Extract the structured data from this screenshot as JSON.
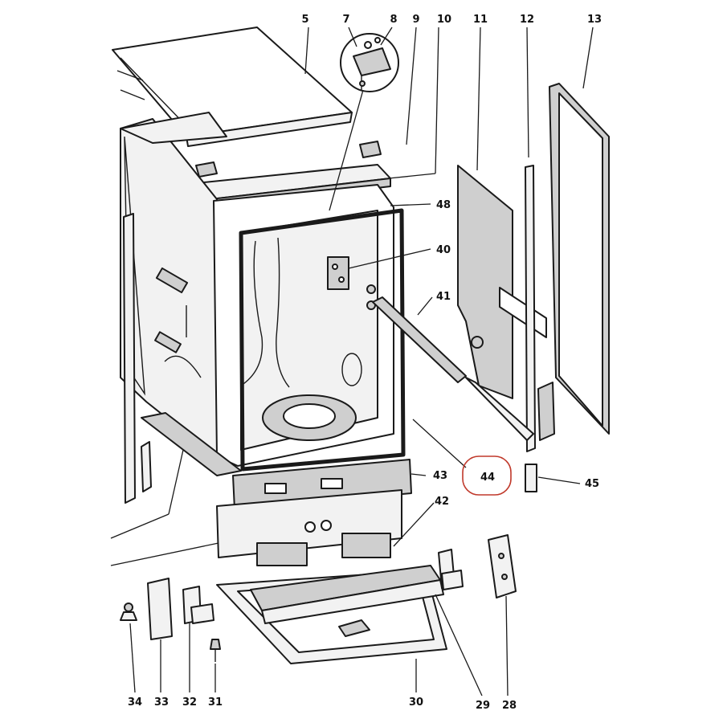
{
  "diagram": {
    "callouts": [
      {
        "id": "c5",
        "label": "5"
      },
      {
        "id": "c7",
        "label": "7"
      },
      {
        "id": "c8",
        "label": "8"
      },
      {
        "id": "c9",
        "label": "9"
      },
      {
        "id": "c10",
        "label": "10"
      },
      {
        "id": "c11",
        "label": "11"
      },
      {
        "id": "c12",
        "label": "12"
      },
      {
        "id": "c13",
        "label": "13"
      },
      {
        "id": "c48",
        "label": "48"
      },
      {
        "id": "c40",
        "label": "40"
      },
      {
        "id": "c41",
        "label": "41"
      },
      {
        "id": "c43",
        "label": "43"
      },
      {
        "id": "c44",
        "label": "44"
      },
      {
        "id": "c45",
        "label": "45"
      },
      {
        "id": "c42",
        "label": "42"
      },
      {
        "id": "c34",
        "label": "34"
      },
      {
        "id": "c33",
        "label": "33"
      },
      {
        "id": "c32",
        "label": "32"
      },
      {
        "id": "c31",
        "label": "31"
      },
      {
        "id": "c30",
        "label": "30"
      },
      {
        "id": "c29",
        "label": "29"
      },
      {
        "id": "c28",
        "label": "28"
      }
    ],
    "highlighted_callout": "44",
    "highlight_color": "#c0392b"
  }
}
